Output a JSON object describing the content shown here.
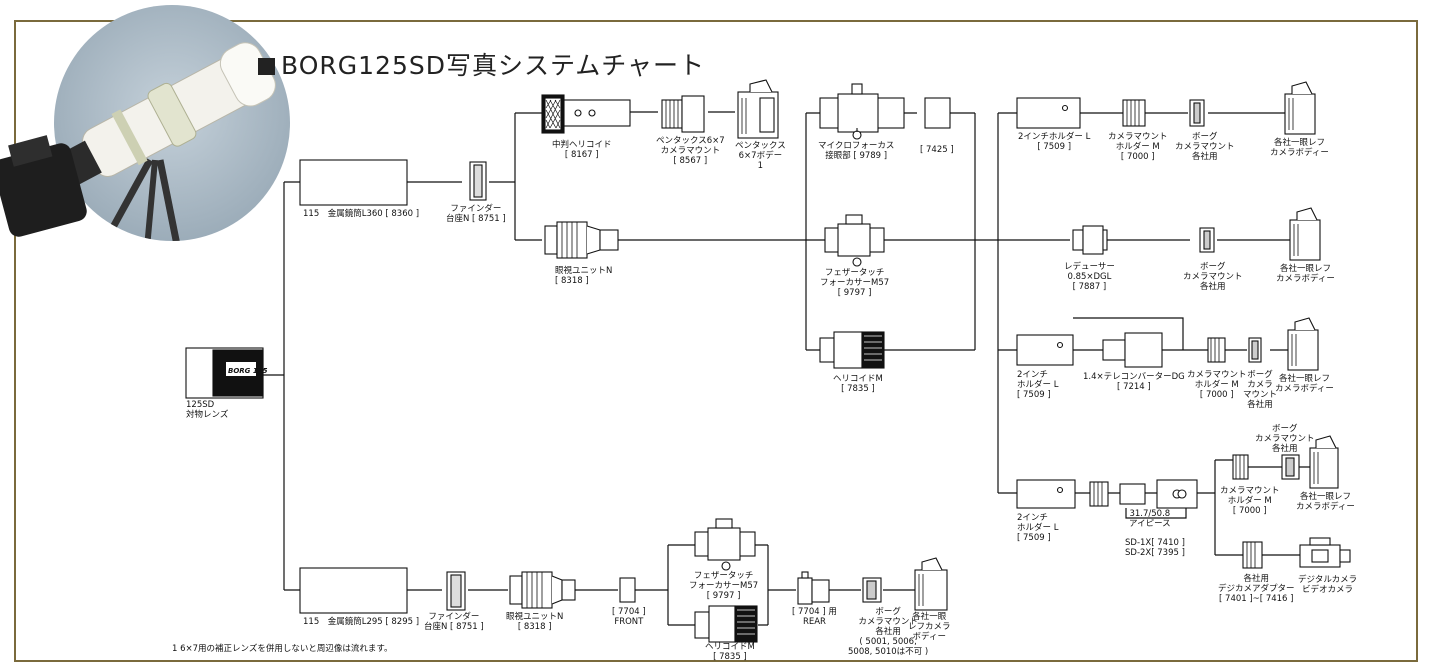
{
  "title": "BORG125SD写真システムチャート",
  "footnote": "1 6×7用の補正レンズを併用しないと周辺像は流れます。",
  "lens": {
    "badge": "BORG 125",
    "label": [
      "125SD",
      "対物レンズ"
    ]
  },
  "labels": {
    "tube360": [
      "115　金属鏡筒L360 [ 8360 ]"
    ],
    "finder_top": [
      "ファインダー",
      "台座N [ 8751 ]"
    ],
    "helicoid_8167": [
      "中判ヘリコイド",
      "[ 8167 ]"
    ],
    "pentax_mount": [
      "ペンタックス6×7",
      "カメラマウント",
      "[ 8567 ]"
    ],
    "pentax_body": [
      "ペンタックス",
      "6×7ボデー",
      "1"
    ],
    "eyepiece_unit_top": [
      "眼視ユニットN",
      "[ 8318 ]"
    ],
    "microfocus": [
      "マイクロフォーカス",
      "接眼部 [ 9789 ]"
    ],
    "part_7425": [
      "[ 7425 ]"
    ],
    "feather_top": [
      "フェザータッチ",
      "フォーカサーM57",
      "[ 9797 ]"
    ],
    "helicoid_7835_top": [
      "ヘリコイドM",
      "[ 7835 ]"
    ],
    "holder_l_row1": [
      "2インチホルダー L",
      "[ 7509 ]"
    ],
    "cam_mount_holder_row1": [
      "カメラマウント",
      "ホルダー M",
      "[ 7000 ]"
    ],
    "borg_mount_row1": [
      "ボーグ",
      "カメラマウント",
      "各社用"
    ],
    "slr_row1": [
      "各社一眼レフ",
      "カメラボディー"
    ],
    "reducer": [
      "レデューサー",
      "0.85×DGL",
      "[ 7887 ]"
    ],
    "borg_mount_row2": [
      "ボーグ",
      "カメラマウント",
      "各社用"
    ],
    "slr_row2": [
      "各社一眼レフ",
      "カメラボディー"
    ],
    "holder_l_row3": [
      "2インチ",
      "ホルダー L",
      "[ 7509 ]"
    ],
    "teleconverter": [
      "1.4×テレコンバーターDG",
      "[ 7214 ]"
    ],
    "cam_mount_holder_row3": [
      "カメラマウント",
      "ホルダー M",
      "[ 7000 ]"
    ],
    "borg_mount_row3": [
      "ボーグ",
      "カメラ",
      "マウント",
      "各社用"
    ],
    "slr_row3": [
      "各社一眼レフ",
      "カメラボディー"
    ],
    "holder_l_row4": [
      "2インチ",
      "ホルダー L",
      "[ 7509 ]"
    ],
    "eyepiece_317": [
      "31.7/50.8",
      "アイピース"
    ],
    "sd_adapters": [
      "SD-1X[ 7410 ]",
      "SD-2X[ 7395 ]"
    ],
    "cam_mount_holder_row4": [
      "カメラマウント",
      "ホルダー M",
      "[ 7000 ]"
    ],
    "borg_mount_row4": [
      "ボーグ",
      "カメラマウント",
      "各社用"
    ],
    "slr_row4": [
      "各社一眼レフ",
      "カメラボディー"
    ],
    "digi_adapter": [
      "各社用",
      "デジカメアダプター",
      "[ 7401 ]~[ 7416 ]"
    ],
    "digital_camera": [
      "デジタルカメラ",
      "ビデオカメラ"
    ],
    "tube295": [
      "115　金属鏡筒L295 [ 8295 ]"
    ],
    "finder_bottom": [
      "ファインダー",
      "台座N [ 8751 ]"
    ],
    "eyepiece_unit_bottom": [
      "眼視ユニットN",
      "[ 8318 ]"
    ],
    "part_7704_front": [
      "[ 7704 ]",
      "FRONT"
    ],
    "feather_bottom": [
      "フェザータッチ",
      "フォーカサーM57",
      "[ 9797 ]"
    ],
    "helicoid_7835_bottom": [
      "ヘリコイドM",
      "[ 7835 ]"
    ],
    "part_7704_rear": [
      "[ 7704 ] 用",
      "REAR"
    ],
    "borg_mount_bottom": [
      "ボーグ",
      "カメラマウント",
      "各社用",
      "( 5001, 5006,",
      "5008, 5010は不可 )"
    ],
    "slr_bottom": [
      "各社一眼",
      "レフカメラ",
      "ボディー"
    ]
  },
  "colors": {
    "frame": "#7a6a3c",
    "line": "#111111",
    "circle": "#a9b9c6"
  }
}
